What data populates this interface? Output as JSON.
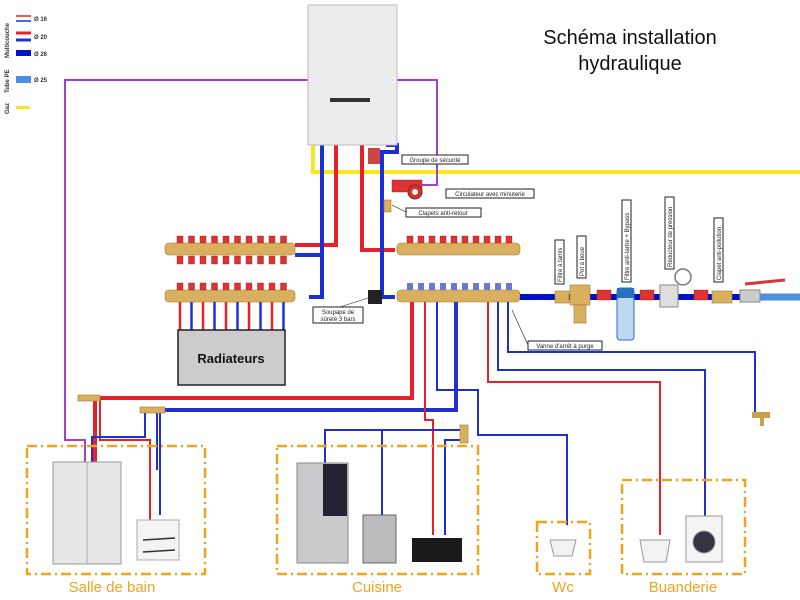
{
  "title": {
    "line1": "Schéma installation",
    "line2": "hydraulique"
  },
  "legend": {
    "groups": [
      {
        "label": "Multicouche"
      },
      {
        "label": "Tube PE"
      },
      {
        "label": "Gaz"
      }
    ],
    "items": [
      {
        "label": "Ø 16",
        "colors": [
          "#e8202a",
          "#2030d0"
        ]
      },
      {
        "label": "Ø 20",
        "colors": [
          "#e8202a",
          "#2030d0"
        ]
      },
      {
        "label": "Ø 26",
        "colors": [
          "#0010c8"
        ]
      },
      {
        "label": "Ø 25",
        "colors": [
          "#4a8fe0"
        ]
      },
      {
        "label": "",
        "colors": [
          "#f5ea20"
        ]
      }
    ]
  },
  "components": {
    "radiateurs": "Radiateurs",
    "groupe_securite": "Groupe de sécurité",
    "circulateur": "Circulateur avec minuterie",
    "clapets": "Clapets anti-retour",
    "soupape_l1": "Soupape de",
    "soupape_l2": "sûreté 3 bars",
    "vanne_purge": "Vanne d'arrêt à purge",
    "filtre_tamis": "Filtre à tamis",
    "pot_boue": "Pot à boue",
    "filtre_tartre": "Filtre anti-tartre + Bypass",
    "reducteur": "Réducteur de pression",
    "clapet_pollution": "Clapet anti-pollution"
  },
  "zones": [
    {
      "label": "Salle de bain"
    },
    {
      "label": "Cuisine"
    },
    {
      "label": "Wc"
    },
    {
      "label": "Buanderie"
    }
  ],
  "colors": {
    "hot": "#e8202a",
    "cold": "#2030d0",
    "gas": "#f5ea20",
    "boiler_loop": "#a040d0",
    "zone": "#f0a31c",
    "pe": "#4a8fe0"
  }
}
